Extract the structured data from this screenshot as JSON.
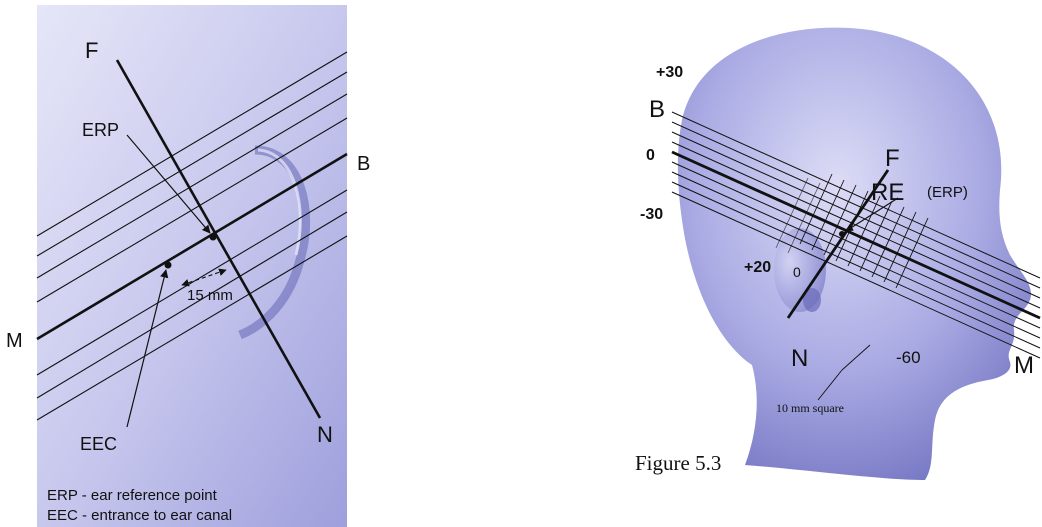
{
  "left_panel": {
    "labels": {
      "f": "F",
      "b": "B",
      "m": "M",
      "n": "N",
      "erp": "ERP",
      "eec": "EEC",
      "distance": "15 mm"
    },
    "legend": [
      "ERP - ear reference point",
      "EEC - entrance to ear canal"
    ]
  },
  "right_panel": {
    "labels": {
      "f": "F",
      "b": "B",
      "m": "M",
      "n": "N",
      "re": "RE",
      "erp_paren": "(ERP)",
      "plus30": "+30",
      "zero_left": "0",
      "minus30": "-30",
      "plus20": "+20",
      "zero_center": "0",
      "minus60": "-60",
      "grid_note": "10 mm square"
    },
    "caption": "Figure 5.3"
  },
  "colors": {
    "panel_bg": "#c9c9ec",
    "head_skin": "#b3b4e6",
    "line": "#111111"
  }
}
